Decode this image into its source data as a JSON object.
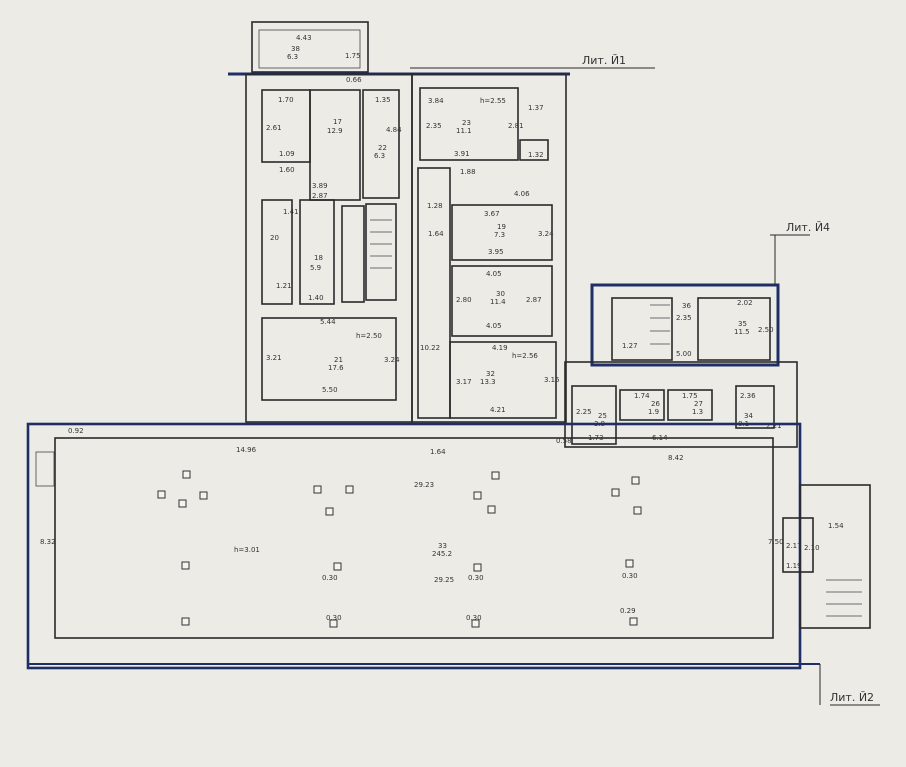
{
  "labels": {
    "lit_y1": "Лит. Й1",
    "lit_y4": "Лит. Й4",
    "lit_y2": "Лит. Й2"
  },
  "dims": {
    "d_443": "4.43",
    "d_38a": "38",
    "d_63": "6.3",
    "d_175": "1.75",
    "d_066": "0.66",
    "d_170": "1.70",
    "d_135": "1.35",
    "d_261": "2.61",
    "d_17": "17",
    "d_129": "12.9",
    "d_484": "4.84",
    "d_22": "22",
    "d_63b": "6.3",
    "d_109": "1.09",
    "d_160": "1.60",
    "d_389": "3.89",
    "d_287": "2.87",
    "d_384": "3.84",
    "d_h255": "h=2.55",
    "d_23": "23",
    "d_111": "11.1",
    "d_391": "3.91",
    "d_235": "2.35",
    "d_281": "2.81",
    "d_137": "1.37",
    "d_132": "1.32",
    "d_188": "1.88",
    "d_406": "4.06",
    "d_141": "1.41",
    "d_128": "1.28",
    "d_367": "3.67",
    "d_19": "19",
    "d_73": "7.3",
    "d_395": "3.95",
    "d_164": "1.64",
    "d_324": "3.24",
    "d_20": "20",
    "d_18": "18",
    "d_59": "5.9",
    "d_140": "1.40",
    "d_121": "1.21",
    "d_405": "4.05",
    "d_30": "30",
    "d_114": "11.4",
    "d_405b": "4.05",
    "d_287b": "2.87",
    "d_280": "2.80",
    "d_1022": "10.22",
    "d_544": "5.44",
    "d_h250": "h=2.50",
    "d_21": "21",
    "d_176": "17.6",
    "d_550": "5.50",
    "d_321": "3.21",
    "d_324b": "3.24",
    "d_419": "4.19",
    "d_h256": "h=2.56",
    "d_32": "32",
    "d_133": "13.3",
    "d_421": "4.21",
    "d_317": "3.17",
    "d_315": "3.15",
    "d_202": "2.02",
    "d_36": "36",
    "d_235b": "2.35",
    "d_35": "35",
    "d_115": "11.5",
    "d_500": "5.00",
    "d_127": "1.27",
    "d_250": "2.50",
    "d_174": "1.74",
    "d_175b": "1.75",
    "d_26": "26",
    "d_27": "27",
    "d_19b": "1.9",
    "d_13": "1.3",
    "d_236": "2.36",
    "d_34": "34",
    "d_81": "8.1",
    "d_225": "2.25",
    "d_25": "25",
    "d_39": "3.9",
    "d_173": "1.73",
    "d_614": "6.14",
    "d_221": "2.21",
    "d_842": "8.42",
    "d_1496": "14.96",
    "d_092": "0.92",
    "d_164b": "1.64",
    "d_2923": "29.23",
    "d_2925": "29.25",
    "d_832": "8.32",
    "d_h301": "h=3.01",
    "d_33": "33",
    "d_2452": "245.2",
    "d_030a": "0.30",
    "d_030b": "0.30",
    "d_030c": "0.30",
    "d_030d": "0.30",
    "d_030e": "0.30",
    "d_029": "0.29",
    "d_750": "7.50",
    "d_154": "1.54",
    "d_210": "2.10",
    "d_119": "1.19",
    "d_217": "2.17",
    "d_058": "0.58"
  }
}
